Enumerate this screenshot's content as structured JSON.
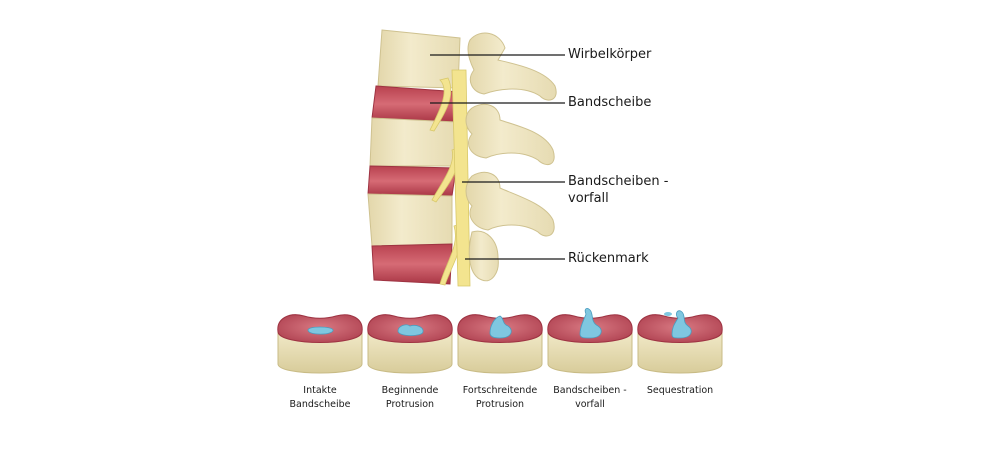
{
  "diagram": {
    "spine_labels": [
      {
        "text": "Wirbelkörper"
      },
      {
        "text": "Bandscheibe"
      },
      {
        "text": "Bandscheiben -",
        "text2": "vorfall"
      },
      {
        "text": "Rückenmark"
      }
    ],
    "stages": [
      {
        "line1": "Intakte",
        "line2": "Bandscheibe",
        "nucleus": "intact"
      },
      {
        "line1": "Beginnende",
        "line2": "Protrusion",
        "nucleus": "beginning"
      },
      {
        "line1": "Fortschreitende",
        "line2": "Protrusion",
        "nucleus": "progressive"
      },
      {
        "line1": "Bandscheiben -",
        "line2": "vorfall",
        "nucleus": "prolapse"
      },
      {
        "line1": "Sequestration",
        "line2": "",
        "nucleus": "sequestration"
      }
    ],
    "colors": {
      "bone": "#efe6c4",
      "bone_shade": "#d9cd9f",
      "disc": "#c8515e",
      "disc_dark": "#9e3342",
      "nerve": "#f3e48f",
      "nucleus": "#7fc7e0",
      "leader_line": "#1a1a1a"
    }
  }
}
